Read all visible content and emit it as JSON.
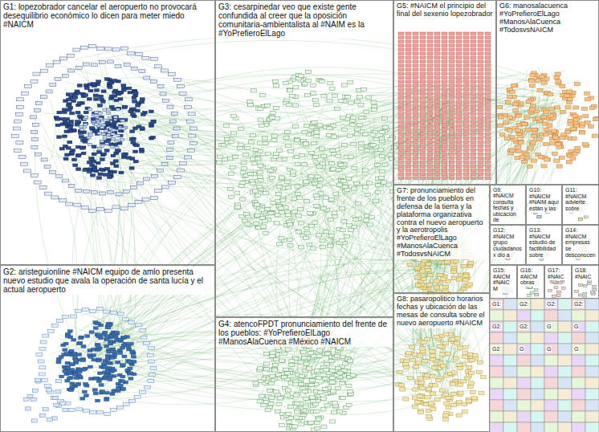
{
  "diagram": {
    "nodes": [
      {
        "text": [
          "G1: lopezobrador  cancelar el aeropuerto no provocará desequilibrio económico lo dicen para meter miedo #NAICM"
        ]
      },
      {
        "text": [
          "G2: aristeguionline #NAICM equipo de amlo presenta nuevo estudio que avala la operación de santa lucía y el actual aeropuerto"
        ]
      },
      {
        "text": [
          "G3: cesarpinedar veo que existe gente confundida al creer que la oposición comunitaria-ambientalista al #NAIM es la #YoPrefieroElLago"
        ]
      },
      {
        "text": [
          "G4: atencoFPDT pronunciamiento del frente de los pueblos: #YoPrefieroElLago #ManosAlaCuenca #México #NAICM"
        ]
      },
      {
        "text": [
          "G5: #NAICM el principio del final del sexenio lopezobrador"
        ]
      },
      {
        "text": [
          "G6: manosalacuenca #YoPrefieroElLago #ManosAlaCuenca #TodosvsNAICM"
        ]
      },
      {
        "text": [
          "G7: pronunciamiento del frente de los pueblos en defensa de la tierra y la plataforma organizativa contra el nuevo aeropuerto y la aerotropolis #YoPrefieroElLago #ManosAlaCuenca #TodosvsNAICM"
        ]
      },
      {
        "text": [
          "G8: pasaropolitico horarios fechas y ubicación de las mesas de consulta sobre el nuevo aeropuerto #NAICM"
        ]
      },
      {
        "text": [
          "G9: #NAICM consulta fechas y ubicación de"
        ]
      },
      {
        "text": [
          "G10: #NAICM #NAIM aquí están y las"
        ]
      },
      {
        "text": [
          "G11: #NAICM advierte sobre"
        ]
      },
      {
        "text": [
          "G12: #NAICM grupo ciudadanos x dio a"
        ]
      },
      {
        "text": [
          "G13: #NAICM estudio de factibilidad sobre"
        ]
      },
      {
        "text": [
          "G14: #NAICM empresas se desconocen"
        ]
      },
      {
        "text": [
          "G15: #AICM #NAICM"
        ]
      },
      {
        "text": [
          "G16: #AICM obras"
        ]
      },
      {
        "text": [
          "G17: #NAIC"
        ]
      },
      {
        "text": [
          "G18: #NAIC"
        ]
      }
    ],
    "labels": [
      "G1:",
      "G2:",
      "G2:",
      "G2:",
      "G2:",
      "G2:",
      "G",
      "G",
      "G2",
      "G",
      "G",
      "G"
    ]
  }
}
